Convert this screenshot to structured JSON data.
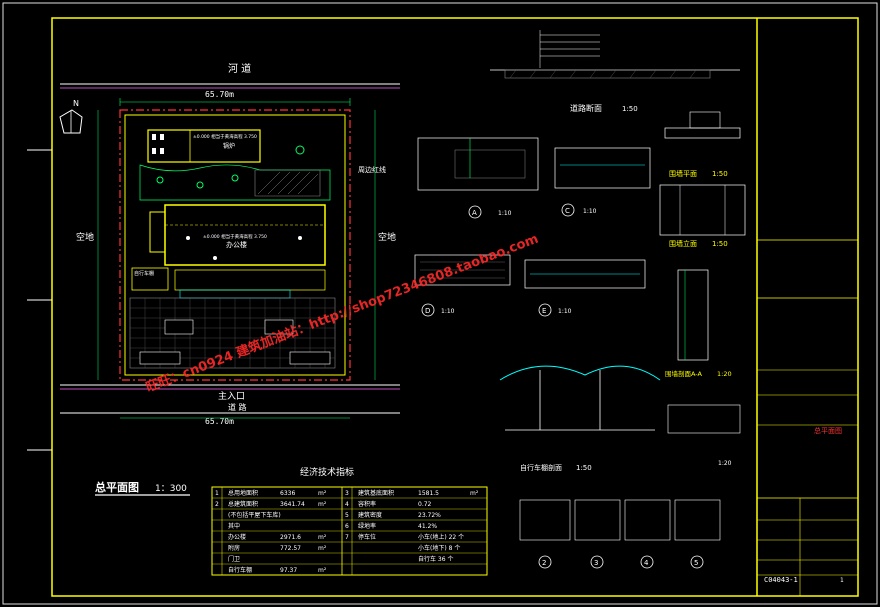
{
  "site_plan": {
    "road_top": "河  道",
    "dim_top": "65.70m",
    "dim_bottom": "65.70m",
    "north_label": "N",
    "side_left": "空地",
    "side_right": "空地",
    "surrounding_wall": "周边红线",
    "building_main": "办公楼",
    "building_note": "±0.000 相当于黄海高程 3.750",
    "building_top": "锅炉",
    "building_top_note": "±0.000 相当于黄海高程 3.750",
    "bike_shed": "自行车棚",
    "entrance": "主入口",
    "road_bottom": "道  路",
    "title": "总平面图",
    "scale": "1：300"
  },
  "economics": {
    "title": "经济技术指标",
    "rows": [
      {
        "n": "1",
        "label": "总用地面积",
        "value": "6336",
        "unit": "m²",
        "n2": "3",
        "label2": "建筑基底面积",
        "value2": "1581.5",
        "unit2": "m²"
      },
      {
        "n": "2",
        "label": "总建筑面积",
        "value": "3641.74",
        "unit": "m²",
        "n2": "4",
        "label2": "容积率",
        "value2": "0.72",
        "unit2": ""
      },
      {
        "n": "",
        "label": "(不包括平屋下车库)",
        "value": "",
        "unit": "",
        "n2": "5",
        "label2": "建筑密度",
        "value2": "23.72%",
        "unit2": ""
      },
      {
        "n": "",
        "label": "其中",
        "value": "",
        "unit": "",
        "n2": "6",
        "label2": "绿地率",
        "value2": "41.2%",
        "unit2": ""
      },
      {
        "n": "",
        "label": "办公楼",
        "value": "2971.6",
        "unit": "m²",
        "n2": "7",
        "label2": "停车位",
        "value2": "小车(地上)  22  个",
        "unit2": ""
      },
      {
        "n": "",
        "label": "附房",
        "value": "772.57",
        "unit": "m²",
        "n2": "",
        "label2": "",
        "value2": "小车(地下)  8  个",
        "unit2": ""
      },
      {
        "n": "",
        "label": "门卫",
        "value": "",
        "unit": "",
        "n2": "",
        "label2": "",
        "value2": "自行车  36  个",
        "unit2": ""
      },
      {
        "n": "",
        "label": "自行车棚",
        "value": "97.37",
        "unit": "m²",
        "n2": "",
        "label2": "",
        "value2": "",
        "unit2": ""
      }
    ]
  },
  "details": {
    "road_section": "道路断面",
    "road_section_scale": "1:50",
    "detail_a": "A",
    "detail_a_scale": "1:10",
    "detail_c": "C",
    "detail_c_scale": "1:10",
    "detail_d": "D",
    "detail_d_scale": "1:10",
    "detail_e": "E",
    "detail_e_scale": "1:10",
    "fence_plan": "围墙平面",
    "fence_plan_scale": "1:50",
    "fence_elev": "围墙立面",
    "fence_elev_scale": "1:50",
    "fence_section": "围墙剖面A-A",
    "fence_section_scale": "1:20",
    "bike_section": "自行车棚剖面",
    "bike_section_scale": "1:50",
    "scale_120": "1:20",
    "bottom_details": [
      "2",
      "3",
      "4",
      "5"
    ]
  },
  "title_block": {
    "drawing_no": "C04043-1",
    "sheet": "1",
    "drawing_name": "总平面图"
  },
  "watermark": {
    "line1": "旺旺：cn0924 建筑加油站：http://shop72346808.taobao.com"
  }
}
